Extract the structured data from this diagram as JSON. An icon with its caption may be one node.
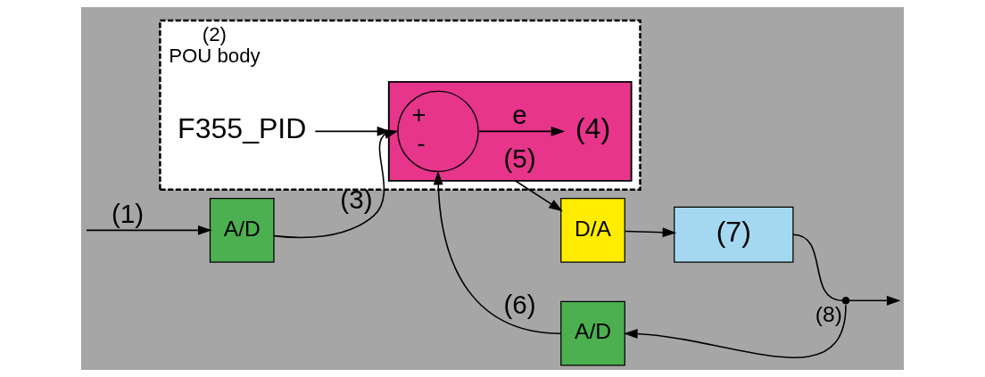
{
  "diagram": {
    "nodes": [
      {
        "text": [
          "(2)",
          "POU body"
        ]
      },
      {
        "text": [
          "A/D"
        ]
      },
      {
        "text": [
          "F355_PID"
        ],
        "in": 0
      },
      {
        "text": [],
        "shape": "box",
        "in": 0
      },
      {
        "text": [
          "+",
          "-"
        ],
        "in": 3
      },
      {
        "text": [
          "(4)"
        ],
        "in": 3
      },
      {
        "text": [
          "D/A"
        ]
      },
      {
        "text": [
          "(7)"
        ]
      },
      {
        "text": [],
        "shape": "circle",
        "beside": [
          "(8)"
        ]
      },
      {
        "text": [
          "A/D"
        ]
      }
    ],
    "edges": [
      {
        "from": null,
        "to": 1,
        "arrow": "to",
        "label": "(1)"
      },
      {
        "from": 1,
        "to": 4,
        "arrow": "to",
        "label": "(3)"
      },
      {
        "from": 2,
        "to": 3,
        "arrow": "to"
      },
      {
        "from": 4,
        "to": 5,
        "arrow": "to",
        "label": "e"
      },
      {
        "from": 3,
        "to": 6,
        "arrow": "to",
        "label": "(5)"
      },
      {
        "from": 6,
        "to": 7,
        "arrow": "to"
      },
      {
        "from": 7,
        "to": 8,
        "arrow": "none"
      },
      {
        "from": 8,
        "to": null,
        "arrow": "to"
      },
      {
        "from": 8,
        "to": 9,
        "arrow": "to"
      },
      {
        "from": 9,
        "to": 4,
        "arrow": "to",
        "label": "(6)"
      }
    ]
  }
}
